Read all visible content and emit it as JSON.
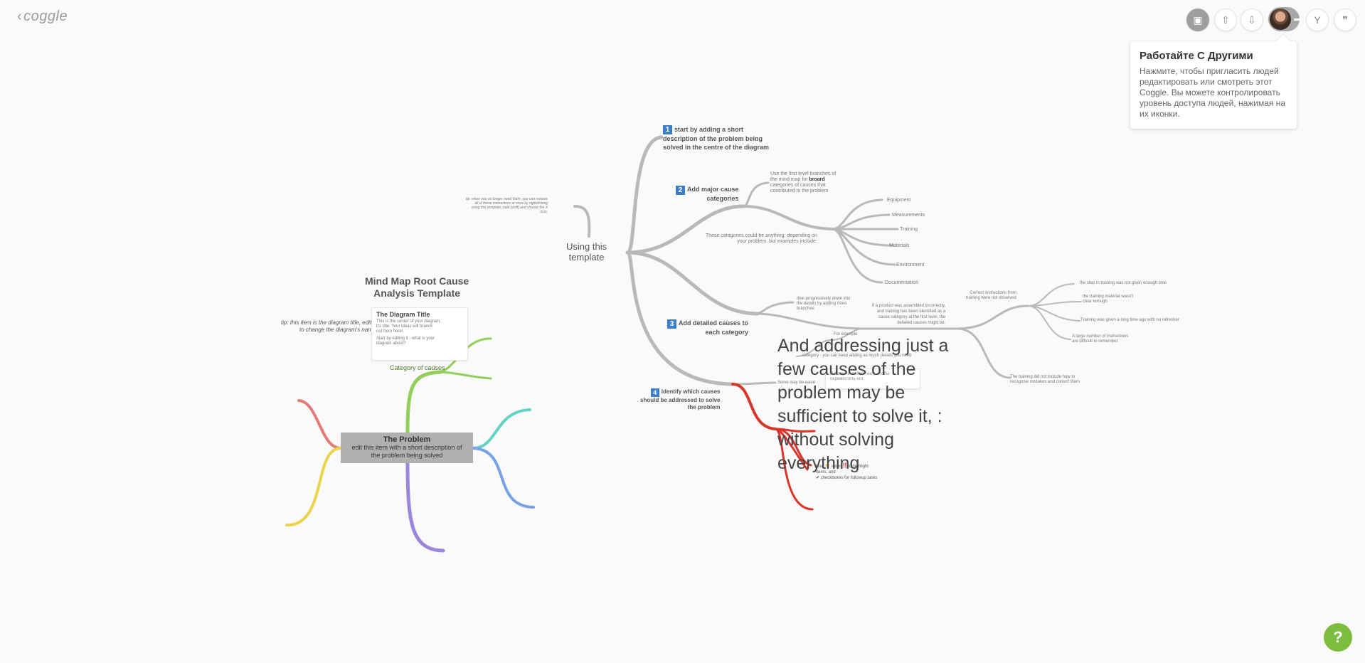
{
  "app": {
    "logo": "coggle",
    "back_chevron": "‹"
  },
  "toolbar": {
    "buttons": [
      {
        "name": "present-button",
        "icon": "presentation-icon",
        "glyph": "▣"
      },
      {
        "name": "share-upload-button",
        "icon": "upload-icon",
        "glyph": "⇧"
      },
      {
        "name": "download-button",
        "icon": "download-icon",
        "glyph": "⇩"
      },
      {
        "name": "history-button",
        "icon": "branch-icon",
        "glyph": "Y"
      },
      {
        "name": "comments-button",
        "icon": "quote-icon",
        "glyph": "❞"
      }
    ]
  },
  "popover": {
    "title": "Работайте С Другими",
    "body": "Нажмите, чтобы пригласить людей редактировать или смотреть этот Coggle. Вы можете контролировать уровень доступа людей, нажимая на их иконки."
  },
  "help": {
    "label": "?"
  },
  "left_map": {
    "title_line1": "Mind Map Root Cause",
    "title_line2": "Analysis Template",
    "tip": "tip: this item is the diagram title, edit it\nto change the diagram's name",
    "note_title": "The Diagram Title",
    "note_line1": "This is the center of your diagram,",
    "note_line2": "it's title. Your ideas will branch",
    "note_line3": "out from here!",
    "note_line4": "Start by editing it - what is your",
    "note_line5": "diagram about?",
    "category": "Category of causes",
    "problem_title": "The Problem",
    "problem_line1": "edit this item with a short description of",
    "problem_line2": "the problem being solved"
  },
  "right_map": {
    "center": "Using this\ntemplate",
    "tip_small": "tip: when you no longer need them, you can remove\nall of these instructions at once by rightclicking\nusing this template, hold [shift] and choose the X\nicon.",
    "step1": {
      "num": "1",
      "text_line1": "start by adding a short",
      "text_line2": "description of the problem being",
      "text_line3": "solved in the centre of the diagram"
    },
    "step2": {
      "num": "2",
      "text_line1": "Add major cause",
      "text_line2": "categories"
    },
    "step2_note_a1": "Use the first level branches of",
    "step2_note_a2": "the mind map for",
    "step2_note_a2b": "broard",
    "step2_note_a3": "categories of causes that",
    "step2_note_a4": "contributed to the problem",
    "step2_note_b": "These categories could be anything, depending on\nyour problem, but examples include:",
    "categories": [
      "Equipment",
      "Measurements",
      "Training",
      "Materials",
      "Environment",
      "Documentation"
    ],
    "step3": {
      "num": "3",
      "text_line1": "Add detailed causes to",
      "text_line2": "each category"
    },
    "step3_note_a": "dive progressively down into\nthe details by adding more\nbranches",
    "step3_note_b": "If a product was assembled incorrectly,\nand training has been identified as a\ncause category at the first level, the\ndetailed causes might be:",
    "step3_cause1": "Correct instructions from\ntraining were not observed",
    "step3_cause1_children": [
      "the step in training was not given enough time",
      "the training material wasn't\nclear enough",
      "Training was given a long time ago with no refresher",
      "A large number of instructions\nare difficult to remember"
    ],
    "step3_cause2": "The training did not include how to\nrecognise mistakes and correct them",
    "step3_example": "For example",
    "step3_hidden_tail": "category - you can keep adding as much details you need",
    "step4": {
      "num": "4",
      "text_line1": "Identify which causes",
      "text_line2": "should be addressed to solve",
      "text_line3": "the problem"
    },
    "step4_note_partial": "Some may be easie",
    "edit_tooltip": "Потащите любой текст, чтобы\nпереместить его.",
    "big_text": "And addressing just a\nfew causes of the\nproblem may be\nsufficient to solve it, :\nwithout solving\neverything",
    "icons_note_a": "Use",
    "icons_note_b": "icons",
    "icons_note_c": "to highlight",
    "icons_note_d": "items, and",
    "icons_note_e": "checkboxes for followup tasks",
    "colors": {
      "branch": "#b9b9b9",
      "red": "#d9352b",
      "step": "#3d7ec8"
    }
  }
}
